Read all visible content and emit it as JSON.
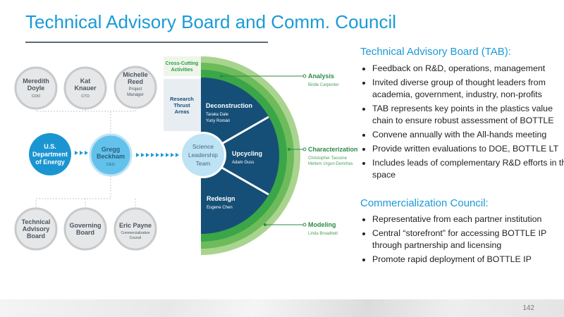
{
  "title": "Technical Advisory Board and Comm. Council",
  "org": {
    "meredith": {
      "name1": "Meredith",
      "name2": "Doyle",
      "role": "COO"
    },
    "kat": {
      "name1": "Kat",
      "name2": "Knauer",
      "role": "CTO"
    },
    "michelle": {
      "name1": "Michelle",
      "name2": "Reed",
      "role1": "Project",
      "role2": "Manager"
    },
    "doe": {
      "l1": "U.S.",
      "l2": "Department",
      "l3": "of Energy"
    },
    "gregg": {
      "name1": "Gregg",
      "name2": "Beckham",
      "role": "CEO"
    },
    "tab": {
      "l1": "Technical",
      "l2": "Advisory",
      "l3": "Board"
    },
    "governing": {
      "l1": "Governing",
      "l2": "Board"
    },
    "eric": {
      "name": "Eric Payne",
      "role1": "Commercialization",
      "role2": "Council"
    }
  },
  "diagram": {
    "cross_cutting": {
      "l1": "Cross-Cutting",
      "l2": "Activities"
    },
    "research": {
      "l1": "Research",
      "l2": "Thrust",
      "l3": "Areas"
    },
    "slt": {
      "l1": "Science",
      "l2": "Leadership",
      "l3": "Team"
    },
    "deconstruction": {
      "title": "Deconstruction",
      "p1": "Taraka Dale",
      "p2": "Yuriy Román"
    },
    "upcycling": {
      "title": "Upcycling",
      "p1": "Adam Guss"
    },
    "redesign": {
      "title": "Redesign",
      "p1": "Eugene Chen"
    },
    "analysis": {
      "title": "Analysis",
      "p1": "Birdie Carpenter"
    },
    "characterization": {
      "title": "Characterization",
      "p1": "Christopher Tassone",
      "p2": "Meltem Urgun-Demirtas"
    },
    "modeling": {
      "title": "Modeling",
      "p1": "Linda Broadbelt"
    }
  },
  "tab_section": {
    "heading": "Technical Advisory Board (TAB):",
    "bullets": [
      "Feedback on R&D, operations, management",
      "Invited diverse group of thought leaders from academia, government, industry, non-profits",
      "TAB represents key points in the plastics value chain to ensure robust assessment of BOTTLE",
      "Convene annually with the All-hands meeting",
      "Provide written evaluations to DOE, BOTTLE LT",
      "Includes leads of complementary R&D efforts in this space"
    ]
  },
  "cc_section": {
    "heading": "Commercialization Council:",
    "bullets": [
      "Representative from each partner institution",
      "Central “storefront” for accessing BOTTLE IP through partnership and licensing",
      "Promote rapid deployment of BOTTLE IP"
    ]
  },
  "page_number": "142",
  "colors": {
    "accent": "#1a9ad6",
    "navy": "#154f77",
    "green": "#3aa648",
    "lightgreen": "#a9d48f"
  }
}
